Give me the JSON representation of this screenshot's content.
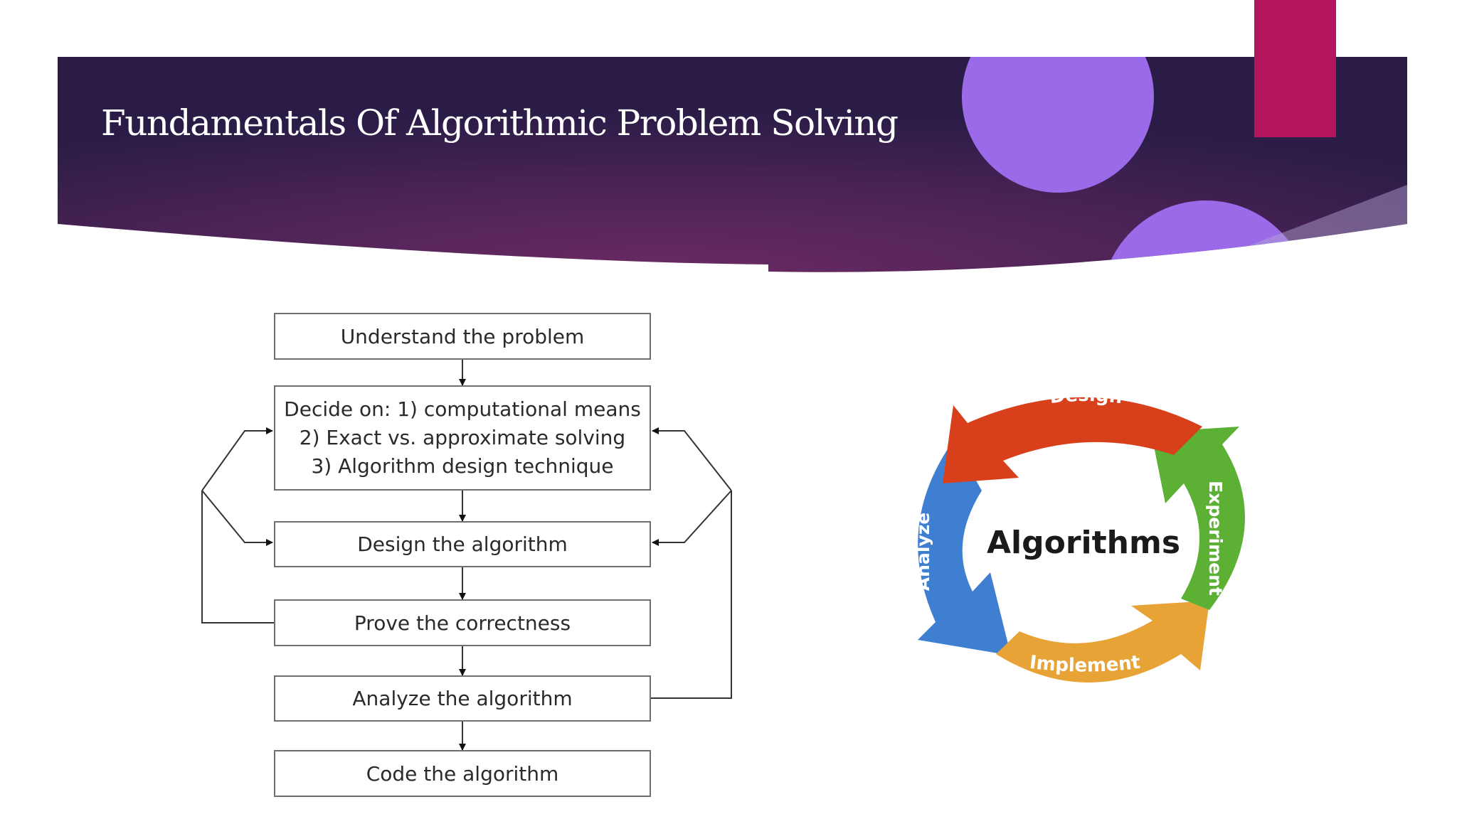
{
  "slide": {
    "title": "Fundamentals Of Algorithmic Problem Solving",
    "colors": {
      "banner_dark": "#2a1c47",
      "banner_mid": "#6a2a63",
      "circle_purple": "#9a6ae8",
      "accent_magenta": "#b3165f"
    }
  },
  "flowchart": {
    "steps": [
      {
        "lines": [
          "Understand the problem"
        ]
      },
      {
        "lines": [
          "Decide on: 1) computational means",
          "2) Exact vs. approximate solving",
          "3) Algorithm design technique"
        ]
      },
      {
        "lines": [
          "Design the algorithm"
        ]
      },
      {
        "lines": [
          "Prove the correctness"
        ]
      },
      {
        "lines": [
          "Analyze the algorithm"
        ]
      },
      {
        "lines": [
          "Code the algorithm"
        ]
      }
    ]
  },
  "cycle": {
    "center_label": "Algorithms",
    "segments": [
      {
        "label": "Design",
        "color": "#d8401c"
      },
      {
        "label": "Experiment",
        "color": "#5cb135"
      },
      {
        "label": "Implement",
        "color": "#e8a337"
      },
      {
        "label": "Analyze",
        "color": "#3f7fd1"
      }
    ]
  }
}
